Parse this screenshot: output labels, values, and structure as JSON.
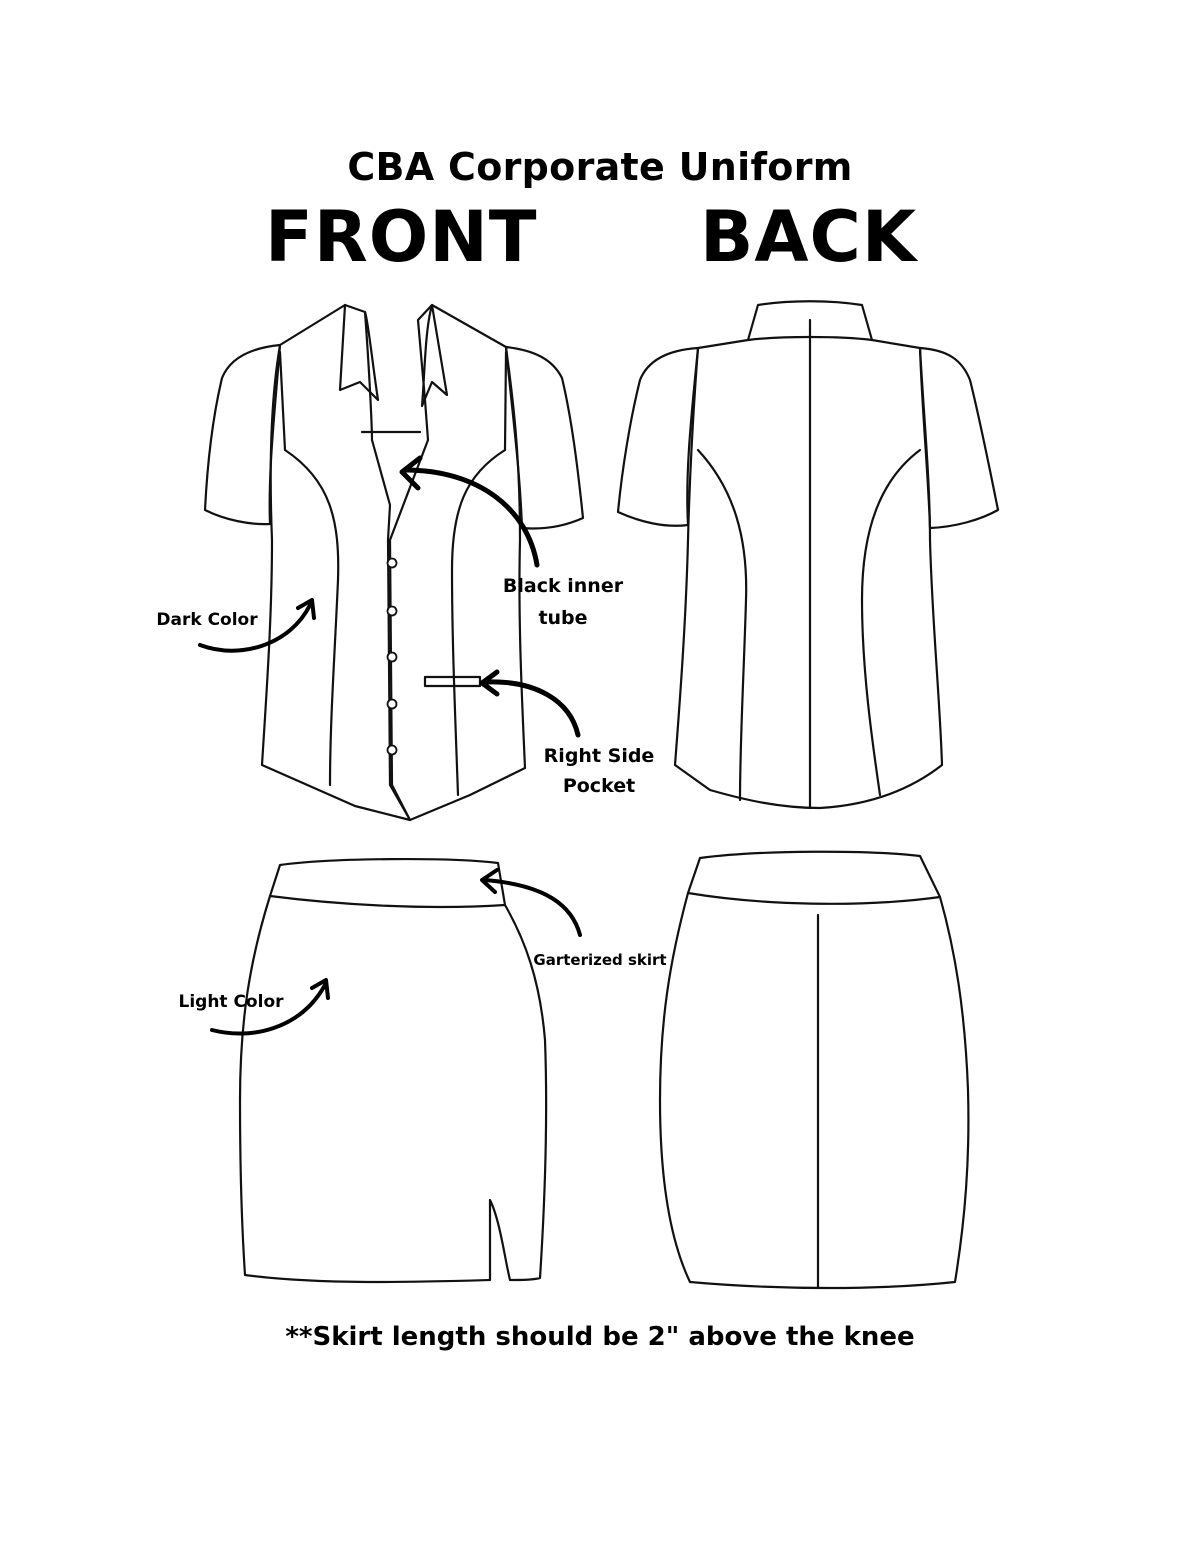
{
  "title": "CBA Corporate Uniform",
  "views": {
    "front": "FRONT",
    "back": "BACK"
  },
  "callouts": {
    "inner_tube_line1": "Black inner",
    "inner_tube_line2": "tube",
    "dark_color": "Dark Color",
    "pocket_line1": "Right Side",
    "pocket_line2": "Pocket",
    "garterized": "Garterized skirt",
    "light_color": "Light Color"
  },
  "footer_note": "**Skirt length should be 2\" above the knee",
  "colors": {
    "line": "#111111",
    "background": "#ffffff"
  }
}
